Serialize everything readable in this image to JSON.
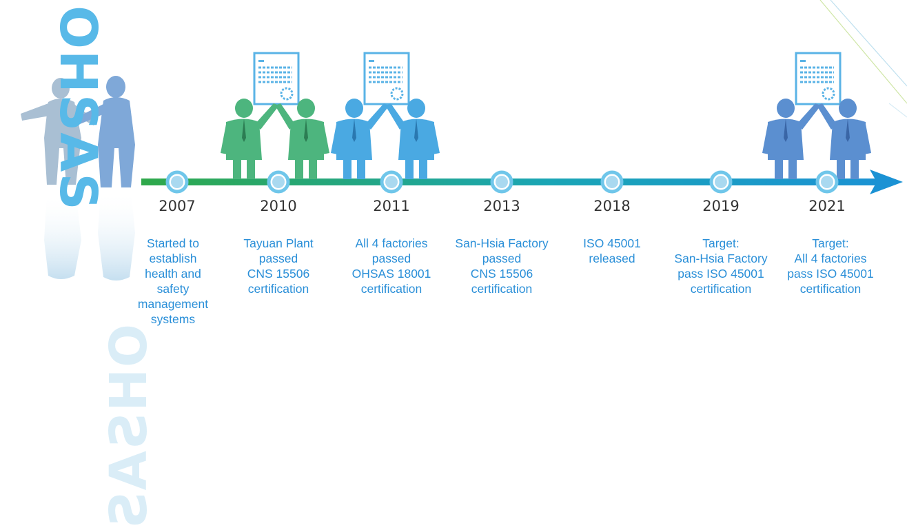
{
  "watermark": {
    "text": "OHSAS"
  },
  "colors": {
    "green": "#2fa84a",
    "teal": "#1aa5b5",
    "blue": "#1b92d4",
    "year_text": "#333333",
    "desc_text": "#2a8fd8",
    "node_ring": "#6fc6ea"
  },
  "milestones": [
    {
      "year": "2007",
      "desc": [
        "Started to",
        "establish",
        "health and",
        "safety",
        "management",
        "systems"
      ]
    },
    {
      "year": "2010",
      "desc": [
        "Tayuan Plant",
        "passed",
        "CNS 15506",
        "certification"
      ]
    },
    {
      "year": "2011",
      "desc": [
        "All 4 factories",
        "passed",
        "OHSAS 18001",
        "certification"
      ]
    },
    {
      "year": "2013",
      "desc": [
        "San-Hsia Factory",
        "passed",
        "CNS 15506",
        "certification"
      ]
    },
    {
      "year": "2018",
      "desc": [
        "ISO 45001",
        "released"
      ]
    },
    {
      "year": "2019",
      "desc": [
        "Target:",
        "San-Hsia Factory",
        "pass ISO 45001",
        "certification"
      ]
    },
    {
      "year": "2021",
      "desc": [
        "Target:",
        "All 4 factories",
        "pass ISO 45001",
        "certification"
      ]
    }
  ],
  "icons": {
    "founder": "workers-silhouette-icon",
    "handshake": "certificate-handshake-icon"
  }
}
